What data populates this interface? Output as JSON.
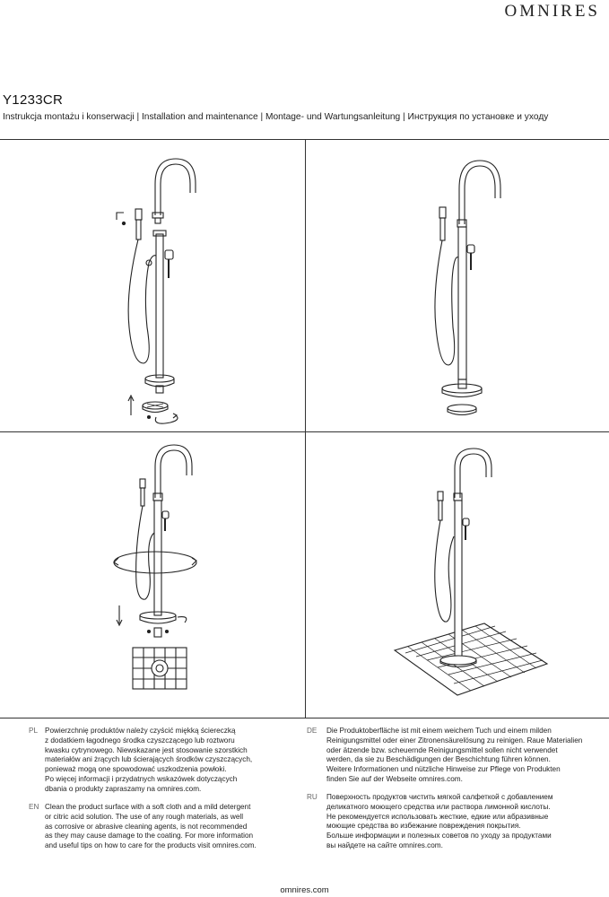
{
  "header": {
    "brand": "OMNIRES",
    "model": "Y1233CR",
    "subtitle": "Instrukcja montażu i konserwacji | Installation and maintenance | Montage- und Wartungsanleitung | Инструкция по установке и уходу"
  },
  "steps": [
    {
      "label": "step-1"
    },
    {
      "label": "step-2"
    },
    {
      "label": "step-3"
    },
    {
      "label": "step-4"
    }
  ],
  "maintenance": {
    "pl": {
      "code": "PL",
      "lines": [
        "Powierzchnię produktów należy czyścić miękką ściereczką",
        "z dodatkiem łagodnego środka czyszczącego lub roztworu",
        "kwasku cytrynowego. Niewskazane jest stosowanie szorstkich",
        "materiałów ani żrących lub ścierających środków czyszczących,",
        "ponieważ mogą one spowodować uszkodzenia powłoki.",
        "Po więcej informacji i przydatnych wskazówek dotyczących",
        "dbania o produkty zapraszamy na omnires.com."
      ]
    },
    "en": {
      "code": "EN",
      "lines": [
        "Clean the product surface with a soft cloth and a mild detergent",
        "or citric acid solution. The use of any rough materials, as well",
        "as corrosive or abrasive cleaning agents, is not recommended",
        "as they may cause damage to the coating. For more information",
        "and useful tips on how to care for the products visit omnires.com."
      ]
    },
    "de": {
      "code": "DE",
      "lines": [
        "Die Produktoberfläche ist mit einem weichem Tuch und einem milden",
        "Reinigungsmittel oder einer Zitronensäurelösung zu reinigen. Raue Materialien",
        "oder ätzende bzw. scheuernde Reinigungsmittel sollen nicht verwendet",
        "werden, da sie zu Beschädigungen der Beschichtung führen können.",
        "Weitere Informationen und nützliche Hinweise zur Pflege von Produkten",
        "finden Sie auf der Webseite omnires.com."
      ]
    },
    "ru": {
      "code": "RU",
      "lines": [
        "Поверхность продуктов чистить мягкой салфеткой с добавлением",
        "деликатного моющего средства или раствора лимонной кислоты.",
        "Не рекомендуется использовать жесткие, едкие или абразивные",
        "моющие средства во избежание повреждения покрытия.",
        "Больше информации и полезных советов по уходу за продуктами",
        "вы найдете на сайте omnires.com."
      ]
    }
  },
  "footer": {
    "url": "omnires.com"
  }
}
